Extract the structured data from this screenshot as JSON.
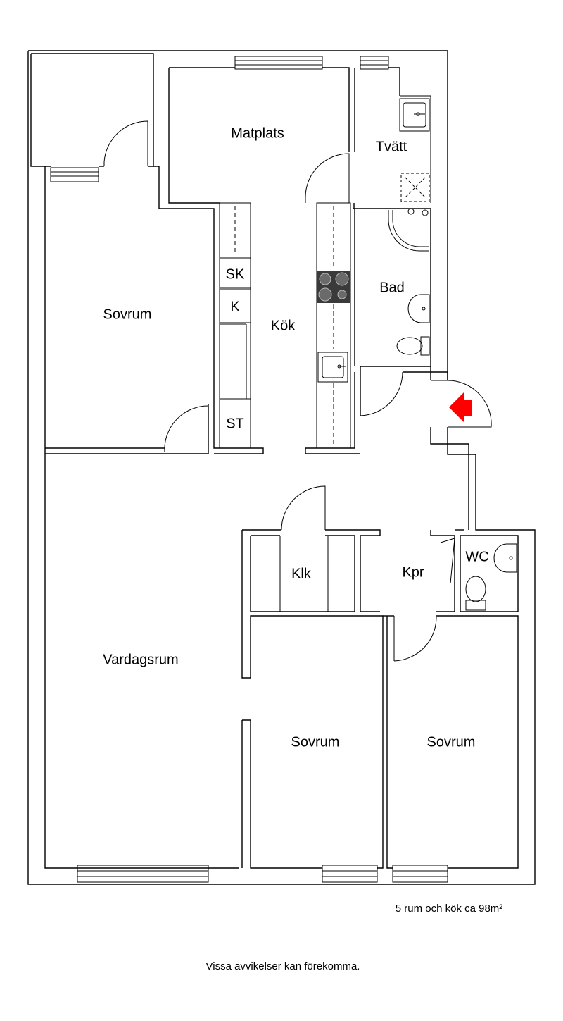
{
  "rooms": {
    "matplats": "Matplats",
    "tvatt": "Tvätt",
    "sovrum_1": "Sovrum",
    "kok": "Kök",
    "bad": "Bad",
    "vardagsrum": "Vardagsrum",
    "klk": "Klk",
    "kpr": "Kpr",
    "wc": "WC",
    "sovrum_2": "Sovrum",
    "sovrum_3": "Sovrum"
  },
  "fixtures": {
    "sk": "SK",
    "k": "K",
    "st": "ST"
  },
  "footer": {
    "area": "5 rum och kök ca 98m²",
    "disclaimer": "Vissa avvikelser kan förekomma."
  },
  "colors": {
    "wall": "#000000",
    "background": "#ffffff",
    "entrance_arrow": "#ff0000",
    "stove": "#3a3a3a"
  },
  "icons": {
    "entrance": "red-arrow-icon"
  }
}
